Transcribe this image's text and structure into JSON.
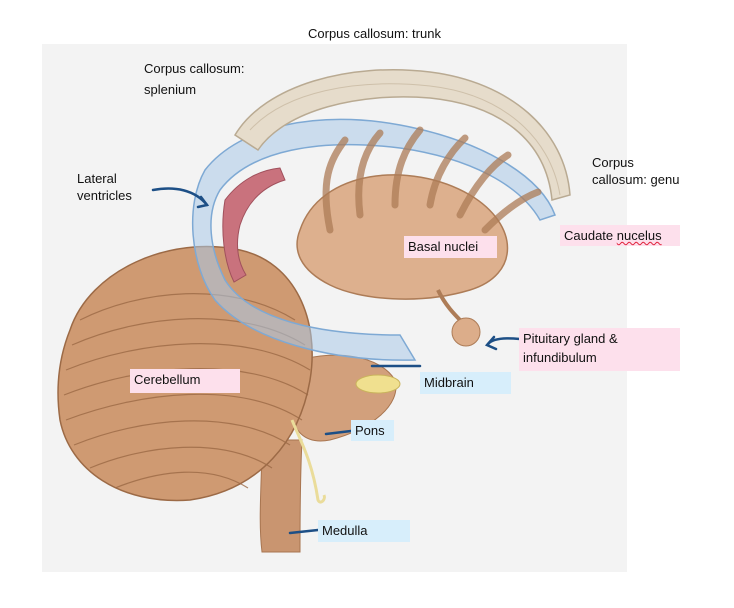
{
  "labels": {
    "cc_trunk": "Corpus callosum: trunk",
    "cc_splenium_1": "Corpus callosum:",
    "cc_splenium_2": "splenium",
    "lateral_ventricles_1": "Lateral",
    "lateral_ventricles_2": "ventricles",
    "cc_genu_1": "Corpus",
    "cc_genu_2": "callosum: genu",
    "caudate_1": "Caudate ",
    "caudate_2": "nucelus",
    "basal_nuclei": "Basal nuclei",
    "pituitary_1": "Pituitary gland &",
    "pituitary_2": "infundibulum",
    "cerebellum": "Cerebellum",
    "midbrain": "Midbrain",
    "pons": "Pons",
    "medulla": "Medulla"
  },
  "colors": {
    "label_pink": "#fde0ec",
    "label_blue": "#d7eefb",
    "arrow": "#1d4f86",
    "tissue": "#d8a47f",
    "tissue_dark": "#b57d57",
    "ventricle": "#a9c9e8",
    "corpus_callosum": "#e6dccb",
    "panel": "#f3f3f3"
  },
  "icons": [
    "pointer-arrow-icon"
  ]
}
